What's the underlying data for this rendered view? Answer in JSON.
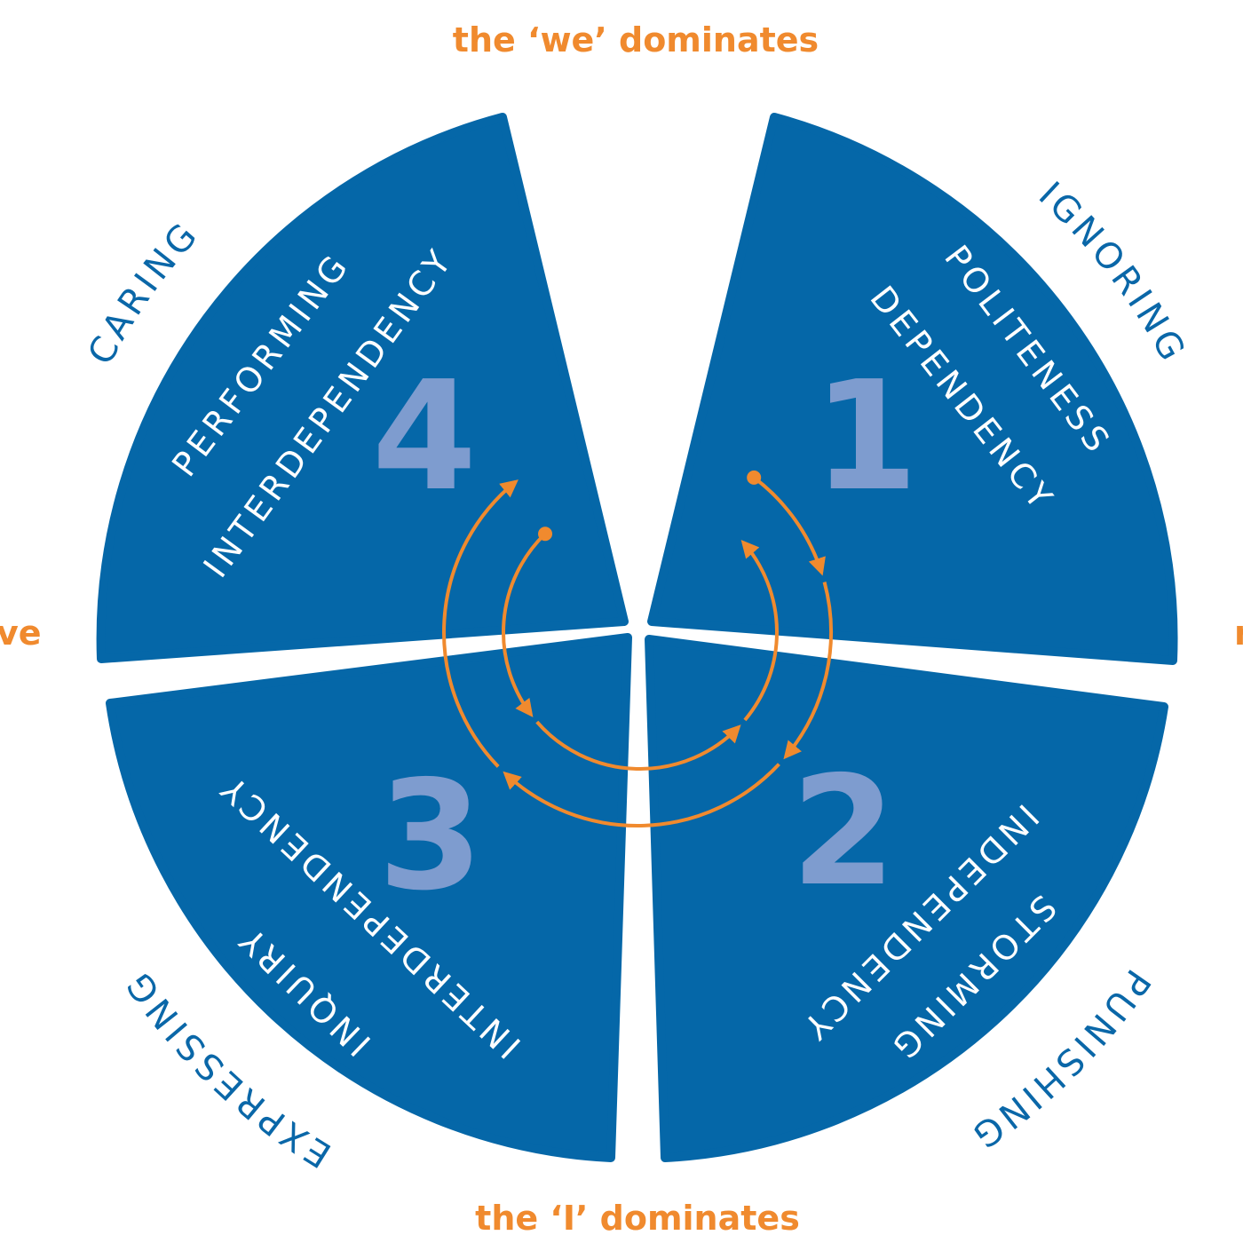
{
  "axis_labels": {
    "top": "the ‘we’ dominates",
    "bottom": "the ‘I’ dominates",
    "left_partial": "ve",
    "right_partial": "r"
  },
  "quadrants": [
    {
      "number": "1",
      "inner_outer_line": "POLITENESS",
      "inner_inner_line": "DEPENDENCY",
      "outer_label": "IGNORING"
    },
    {
      "number": "2",
      "inner_outer_line": "STORMING",
      "inner_inner_line": "INDEPENDENCY",
      "outer_label": "PUNISHING"
    },
    {
      "number": "3",
      "inner_outer_line": "INQUIRY",
      "inner_inner_line": "INTERDEPENDENCY",
      "outer_label": "EXPRESSING"
    },
    {
      "number": "4",
      "inner_outer_line": "PERFORMING",
      "inner_inner_line": "INTERDEPENDENCY",
      "outer_label": "CARING"
    }
  ],
  "colors": {
    "quadrant": "#0567a8",
    "number": "#7e9ccf",
    "accent": "#f08a2e"
  }
}
